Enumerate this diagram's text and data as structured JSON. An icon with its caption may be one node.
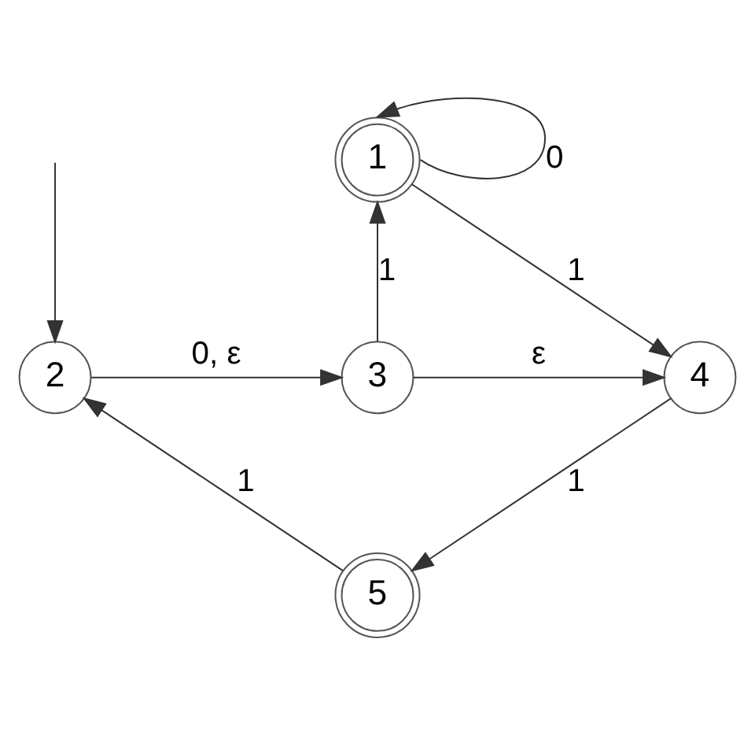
{
  "diagram": {
    "nodes": [
      {
        "text": [
          "1"
        ]
      },
      {
        "text": [
          "2"
        ]
      },
      {
        "text": [
          "3"
        ]
      },
      {
        "text": [
          "4"
        ]
      },
      {
        "text": [
          "5"
        ]
      }
    ],
    "edges": [
      {
        "from": 0,
        "to": 0,
        "label": "0",
        "arrow": "to"
      },
      {
        "from": null,
        "to": 1,
        "arrow": "to"
      },
      {
        "from": 1,
        "to": 2,
        "label": "0, ε",
        "arrow": "to"
      },
      {
        "from": 2,
        "to": 0,
        "label": "1",
        "arrow": "to"
      },
      {
        "from": 0,
        "to": 3,
        "label": "1",
        "arrow": "to"
      },
      {
        "from": 2,
        "to": 3,
        "label": "ε",
        "arrow": "to"
      },
      {
        "from": 3,
        "to": 4,
        "label": "1",
        "arrow": "to"
      },
      {
        "from": 4,
        "to": 1,
        "label": "1",
        "arrow": "to"
      }
    ]
  }
}
